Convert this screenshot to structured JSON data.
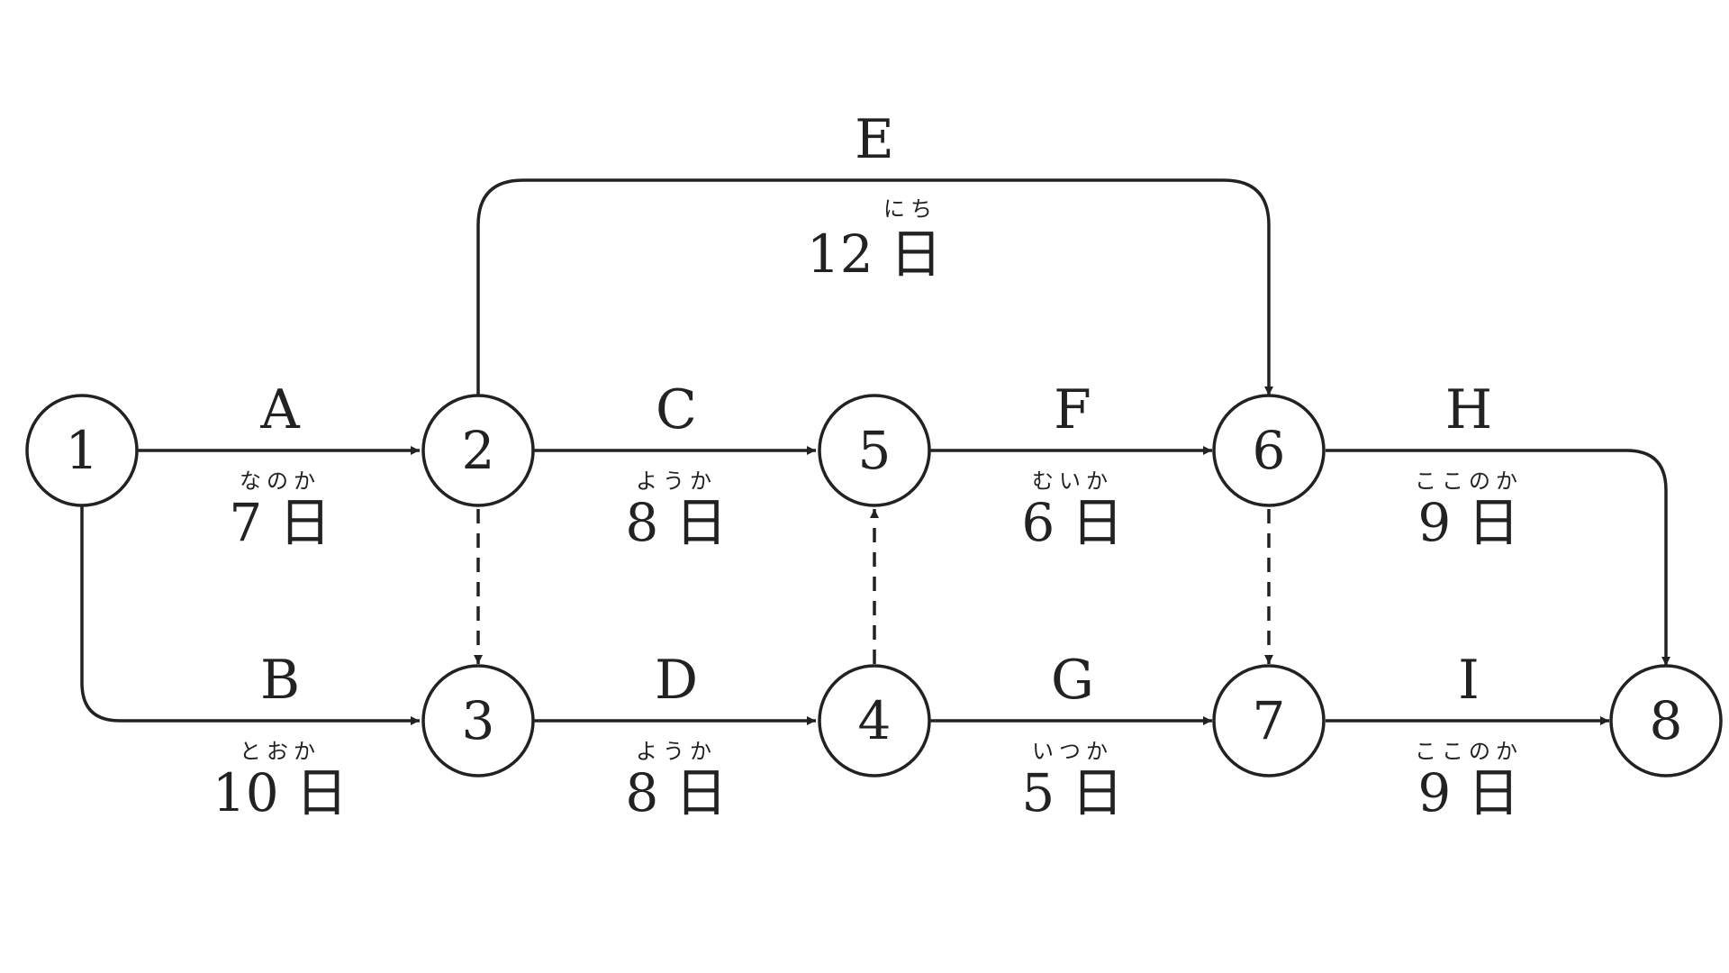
{
  "diagram": {
    "nodes": [
      {
        "id": "1",
        "label": "1"
      },
      {
        "id": "2",
        "label": "2"
      },
      {
        "id": "3",
        "label": "3"
      },
      {
        "id": "4",
        "label": "4"
      },
      {
        "id": "5",
        "label": "5"
      },
      {
        "id": "6",
        "label": "6"
      },
      {
        "id": "7",
        "label": "7"
      },
      {
        "id": "8",
        "label": "8"
      }
    ],
    "activities": [
      {
        "id": "A",
        "letter": "A",
        "from": "1",
        "to": "2",
        "ruby": "なのか",
        "duration": "7 日"
      },
      {
        "id": "B",
        "letter": "B",
        "from": "1",
        "to": "3",
        "ruby": "とおか",
        "duration": "10 日"
      },
      {
        "id": "C",
        "letter": "C",
        "from": "2",
        "to": "5",
        "ruby": "ようか",
        "duration": "8 日"
      },
      {
        "id": "D",
        "letter": "D",
        "from": "3",
        "to": "4",
        "ruby": "ようか",
        "duration": "8 日"
      },
      {
        "id": "E",
        "letter": "E",
        "from": "2",
        "to": "6",
        "ruby": "にち",
        "duration": "12 日"
      },
      {
        "id": "F",
        "letter": "F",
        "from": "5",
        "to": "6",
        "ruby": "むいか",
        "duration": "6 日"
      },
      {
        "id": "G",
        "letter": "G",
        "from": "4",
        "to": "7",
        "ruby": "いつか",
        "duration": "5 日"
      },
      {
        "id": "H",
        "letter": "H",
        "from": "6",
        "to": "8",
        "ruby": "ここのか",
        "duration": "9 日"
      },
      {
        "id": "I",
        "letter": "I",
        "from": "7",
        "to": "8",
        "ruby": "ここのか",
        "duration": "9 日"
      }
    ],
    "dummy_edges": [
      {
        "from": "2",
        "to": "3"
      },
      {
        "from": "4",
        "to": "5"
      },
      {
        "from": "6",
        "to": "7"
      }
    ]
  }
}
